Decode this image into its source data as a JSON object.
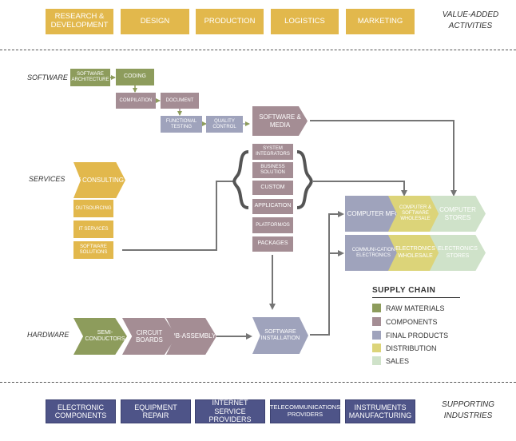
{
  "value_added": {
    "boxes": [
      "Research & Development",
      "Design",
      "Production",
      "Logistics",
      "Marketing"
    ],
    "label": "Value-added activities"
  },
  "rows": {
    "software": "Software",
    "services": "Services",
    "hardware": "Hardware"
  },
  "software": {
    "architecture": "Software architecture",
    "coding": "Coding",
    "compilation": "Compilation",
    "document": "Document",
    "functional_testing": "Functional testing",
    "quality_control": "Quality control",
    "software_media": "Software & media"
  },
  "middle_stack": [
    "System integrators",
    "Business solution",
    "Custom",
    "Application",
    "Platform/OS",
    "Packages"
  ],
  "services": {
    "it_consulting": "IT consulting",
    "items": [
      "Outsourcing",
      "IT services",
      "Software solutions"
    ]
  },
  "hardware": {
    "semiconductors": "Semi-conductors",
    "circuit_boards": "Circuit boards",
    "sub_assembly": "Sub-assembly",
    "software_installation": "Software installation"
  },
  "right": {
    "computer_mfg": "Computer MFG",
    "computer_software_wholesale": "Computer & software wholesale",
    "computer_stores": "Computer stores",
    "communication_electronics": "Communi-cation electronics",
    "electronics_wholesale": "Electronics wholesale",
    "electronics_stores": "Electronics stores"
  },
  "legend": {
    "title": "Supply chain",
    "items": [
      {
        "label": "Raw materials",
        "color": "#8d9c5c"
      },
      {
        "label": "Components",
        "color": "#a48d94"
      },
      {
        "label": "Final products",
        "color": "#9fa3bc"
      },
      {
        "label": "Distribution",
        "color": "#dcd479"
      },
      {
        "label": "Sales",
        "color": "#cfe2c9"
      }
    ]
  },
  "supporting": {
    "boxes": [
      "Electronic components",
      "Equipment repair",
      "Internet service providers",
      "Telecommunications providers",
      "Instruments manufacturing"
    ],
    "label": "Supporting industries"
  },
  "colors": {
    "value_added": "#e2b84c",
    "supporting": "#4e5488",
    "arrow": "#757575"
  }
}
